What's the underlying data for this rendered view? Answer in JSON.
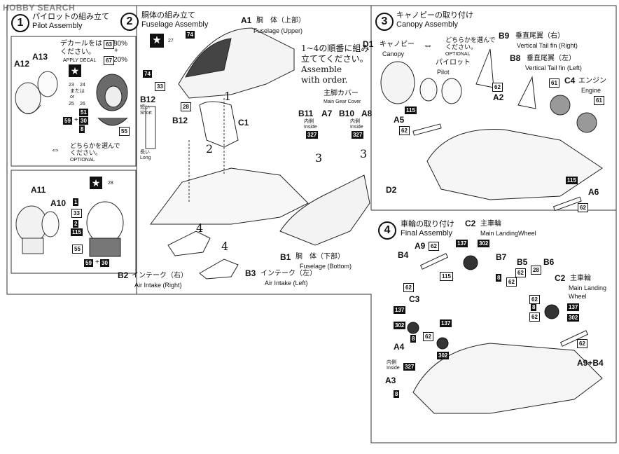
{
  "watermark": "HOBBY SEARCH",
  "step1": {
    "num": "1",
    "title_jp": "パイロットの組み立て",
    "title_en": "Pilot Assembly",
    "decal_jp": "デカールをはって\nください。",
    "decal_en": "APPLY DECAL",
    "pct_a": "80%",
    "pct_plus": "+",
    "pct_b": "20%",
    "pct_a_code": "63",
    "pct_b_code": "67",
    "codes_top": [
      "23",
      "24"
    ],
    "or1": "または\nor",
    "codes_bot": [
      "25",
      "26"
    ],
    "chip51": "51",
    "chip59": "59",
    "plus30": "30",
    "chip8": "8",
    "chip55": "55",
    "a12": "A12",
    "a13": "A13",
    "optional_jp": "どちらかを選んで\nください。",
    "optional_en": "OPTIONAL",
    "a11": "A11",
    "a10": "A10",
    "chip1": "1",
    "chip33": "33",
    "chip2": "2",
    "chip115": "115",
    "chip55b": "55",
    "chip59b": "59",
    "plus30b": "30",
    "chip28": "28"
  },
  "step2": {
    "num": "2",
    "title_jp": "胴体の組み立て",
    "title_en": "Fuselage Assembly",
    "a1": "A1",
    "a1_jp": "胴　体（上部）",
    "a1_en": "Fuselage (Upper)",
    "c74": "74",
    "c27": "27",
    "c33": "33",
    "c28": "28",
    "c74b": "74",
    "order_note": "1~4の順番に組み\n立ててください。\nAssemble\nwith order.",
    "b12": "B12",
    "short_jp": "短い",
    "short_en": "Short",
    "long_jp": "長い",
    "long_en": "Long",
    "b12b": "B12",
    "c1": "C1",
    "gear_cover_jp": "主脚カバー",
    "gear_cover_en": "Main Gear Cover",
    "b11": "B11",
    "a7": "A7",
    "b10": "B10",
    "a8": "A8",
    "inside_jp": "内側",
    "inside_en": "Inside",
    "c327": "327",
    "c327b": "327",
    "n1": "1",
    "n2": "2",
    "n3": "3",
    "n3b": "3",
    "n4": "4",
    "n4b": "4",
    "b1": "B1",
    "b1_jp": "胴　体（下部）",
    "b1_en": "Fuselage (Bottom)",
    "b2": "B2",
    "b2_jp": "インテーク（右）",
    "b2_en": "Air Intake (Right)",
    "b3": "B3",
    "b3_jp": "インテーク（左）",
    "b3_en": "Air Intake (Left)"
  },
  "step3": {
    "num": "3",
    "title_jp": "キャノピーの取り付け",
    "title_en": "Canopy Assembly",
    "optional_jp": "どちらかを選んで\nください。",
    "optional_en": "OPTIONAL",
    "d1": "D1",
    "d1_jp": "キャノピー",
    "d1_en": "Canopy",
    "pilot_jp": "パイロット",
    "pilot_en": "Pilot",
    "b9": "B9",
    "b9_jp": "垂直尾翼（右）",
    "b9_en": "Vertical Tail fin (Right)",
    "b8": "B8",
    "b8_jp": "垂直尾翼（左）",
    "b8_en": "Vertical Tail fin (Left)",
    "c4": "C4",
    "c4_jp": "エンジン",
    "c4_en": "Engine",
    "c61": "61",
    "c61b": "61",
    "c62": "62",
    "a2": "A2",
    "a5": "A5",
    "c115": "115",
    "c62b": "62",
    "d2": "D2",
    "a6": "A6",
    "c115b": "115",
    "c62c": "62"
  },
  "step4": {
    "num": "4",
    "title_jp": "車輪の取り付け",
    "title_en": "Final Assembly",
    "c2": "C2",
    "c2_jp": "主車輪",
    "c2_en": "Main LandingWheel",
    "a9": "A9",
    "b4": "B4",
    "c62": "62",
    "c137": "137",
    "c302": "302",
    "b7": "B7",
    "b5": "B5",
    "b6": "B6",
    "c62b": "62",
    "c28": "28",
    "c115": "115",
    "c8": "8",
    "c62c": "62",
    "c62d": "62",
    "c2b": "C2",
    "c2b_jp": "主車輪",
    "c2b_en": "Main Landing\nWheel",
    "c62e": "62",
    "c8b": "8",
    "c62f": "62",
    "c137b": "137",
    "c302b": "302",
    "c3": "C3",
    "c137c": "137",
    "c302c": "302",
    "c8c": "8",
    "c62g": "62",
    "c137d": "137",
    "c302d": "302",
    "a4": "A4",
    "inside_jp": "内側",
    "inside_en": "Inside",
    "c327": "327",
    "a3": "A3",
    "c8d": "8",
    "a9b4": "A9+B4",
    "c62h": "62"
  }
}
